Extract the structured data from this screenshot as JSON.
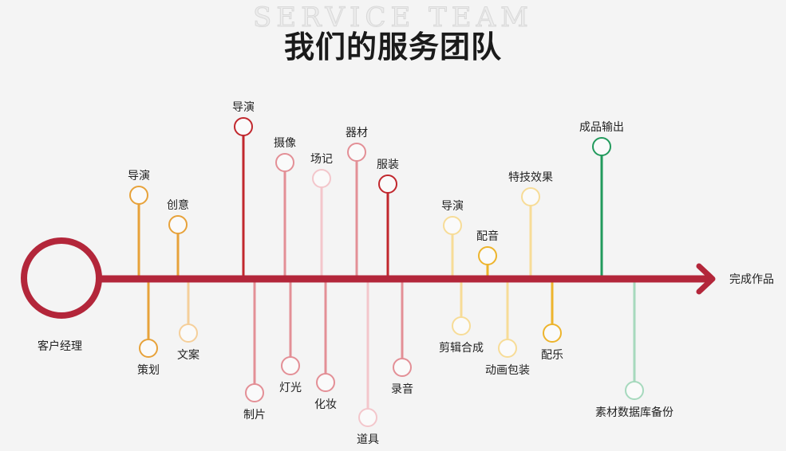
{
  "watermark": "SERVICE TEAM",
  "title": "我们的服务团队",
  "start_label": "客户经理",
  "end_label": "完成作品",
  "colors": {
    "spine": "#b3263a",
    "red": "#c1272d",
    "pink": "#e38f96",
    "lightpink": "#f3c6cb",
    "orange": "#e7a23a",
    "lightorange": "#f5cf9a",
    "yellow": "#edb42c",
    "lightyellow": "#f7dc97",
    "green": "#219a5c",
    "lightgreen": "#a6d9bd"
  },
  "branches": [
    {
      "label": "导演",
      "side": "up",
      "color": "orange"
    },
    {
      "label": "策划",
      "side": "down",
      "color": "orange"
    },
    {
      "label": "创意",
      "side": "up",
      "color": "orange"
    },
    {
      "label": "文案",
      "side": "down",
      "color": "lightorange"
    },
    {
      "label": "导演",
      "side": "up",
      "color": "red"
    },
    {
      "label": "制片",
      "side": "down",
      "color": "pink"
    },
    {
      "label": "摄像",
      "side": "up",
      "color": "pink"
    },
    {
      "label": "灯光",
      "side": "down",
      "color": "pink"
    },
    {
      "label": "场记",
      "side": "up",
      "color": "lightpink"
    },
    {
      "label": "化妆",
      "side": "down",
      "color": "pink"
    },
    {
      "label": "器材",
      "side": "up",
      "color": "pink"
    },
    {
      "label": "道具",
      "side": "down",
      "color": "lightpink"
    },
    {
      "label": "服装",
      "side": "up",
      "color": "red"
    },
    {
      "label": "录音",
      "side": "down",
      "color": "pink"
    },
    {
      "label": "导演",
      "side": "up",
      "color": "lightyellow"
    },
    {
      "label": "剪辑合成",
      "side": "down",
      "color": "lightyellow"
    },
    {
      "label": "配音",
      "side": "up",
      "color": "yellow"
    },
    {
      "label": "动画包装",
      "side": "down",
      "color": "lightyellow"
    },
    {
      "label": "特技效果",
      "side": "up",
      "color": "lightyellow"
    },
    {
      "label": "配乐",
      "side": "down",
      "color": "yellow"
    },
    {
      "label": "成品输出",
      "side": "up",
      "color": "green"
    },
    {
      "label": "素材数据库备份",
      "side": "down",
      "color": "lightgreen"
    }
  ]
}
